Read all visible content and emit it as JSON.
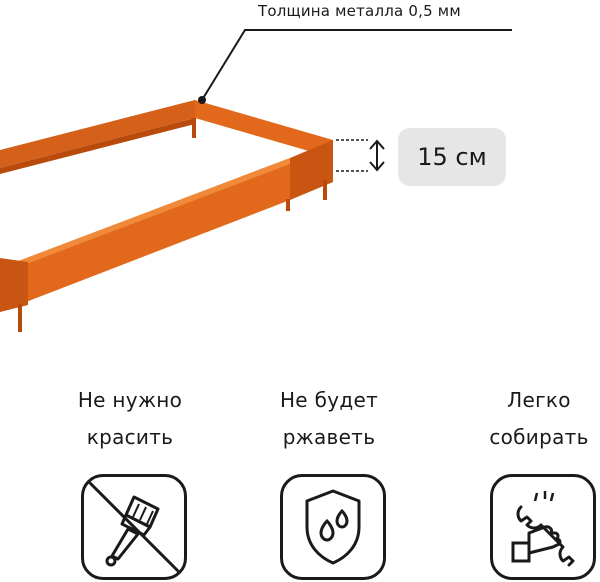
{
  "callout": {
    "label": "Толщина металла 0,5 мм"
  },
  "height_badge": {
    "label": "15 см"
  },
  "colors": {
    "metal_orange": "#e2691b",
    "metal_orange_dark": "#b94a0c",
    "metal_orange_light": "#f08a3a",
    "badge_gray": "#e6e6e6",
    "ink": "#1a1a1a"
  },
  "features": [
    {
      "line1": "Не нужно",
      "line2": "красить",
      "icon": "no-paint-brush-icon"
    },
    {
      "line1": "Не будет",
      "line2": "ржаветь",
      "icon": "shield-water-drops-icon"
    },
    {
      "line1": "Легко",
      "line2": "собирать",
      "icon": "hand-wrench-icon"
    }
  ]
}
